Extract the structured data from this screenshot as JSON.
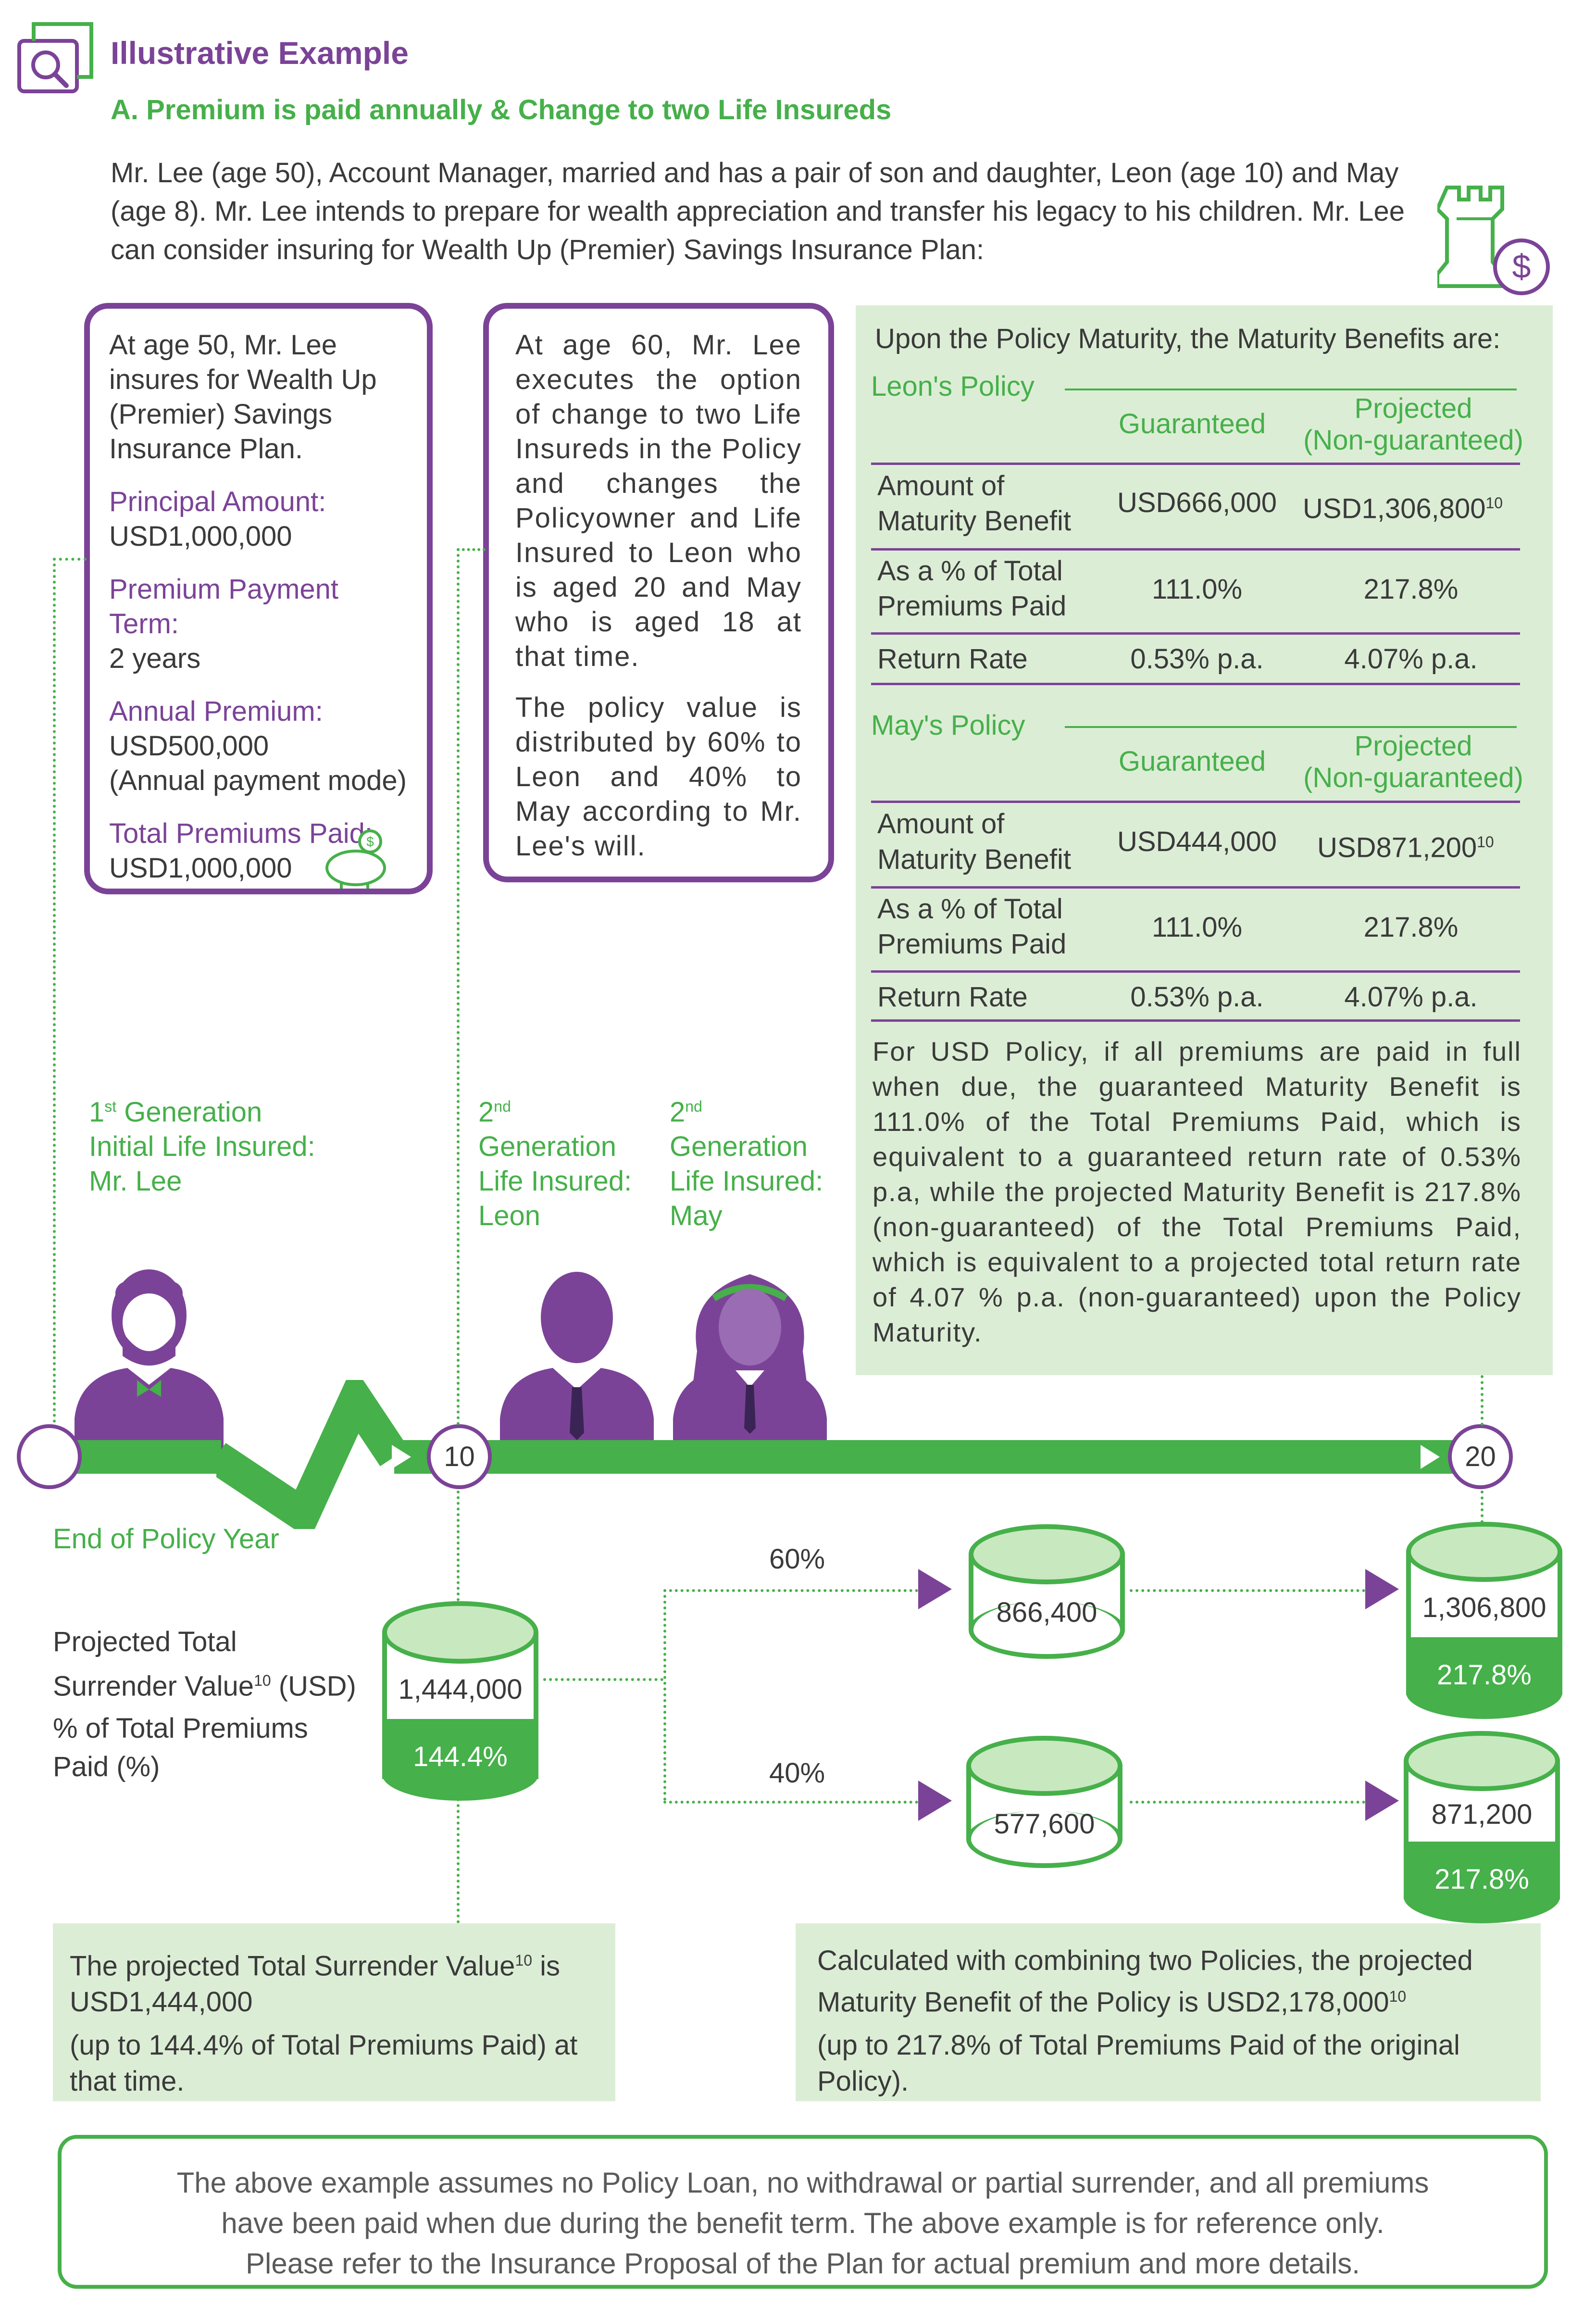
{
  "header": {
    "title": "Illustrative Example",
    "subtitle": "A. Premium is paid annually & Change to two Life Insureds",
    "intro": "Mr. Lee (age 50), Account Manager, married and has a pair of son and daughter, Leon (age 10) and May (age 8). Mr. Lee intends to prepare for wealth appreciation and transfer his legacy to his children. Mr. Lee can consider insuring for Wealth Up (Premier) Savings Insurance Plan:"
  },
  "box1": {
    "intro": "At age 50, Mr. Lee insures for Wealth Up (Premier) Savings Insurance Plan.",
    "principal_label": "Principal Amount:",
    "principal_value": "USD1,000,000",
    "term_label": "Premium Payment Term:",
    "term_value": "2 years",
    "annual_label": "Annual Premium:",
    "annual_value": "USD500,000",
    "annual_mode": "(Annual payment mode)",
    "total_label": "Total Premiums Paid:",
    "total_value": "USD1,000,000"
  },
  "box2": {
    "p1": "At age 60, Mr. Lee executes the option of change to two Life Insureds in the Policy and changes the Policyowner and Life Insured to Leon who is aged 20 and May who is aged 18 at that time.",
    "p2": "The policy value is distributed by 60% to Leon and 40% to May according to Mr. Lee's will."
  },
  "maturity": {
    "heading": "Upon the Policy Maturity, the Maturity Benefits are:",
    "col_guaranteed": "Guaranteed",
    "col_projected_1": "Projected",
    "col_projected_2": "(Non-guaranteed)",
    "row1_a": "Amount of",
    "row1_b": "Maturity Benefit",
    "row2_a": "As a % of Total",
    "row2_b": "Premiums Paid",
    "row3": "Return Rate",
    "sup": "10",
    "leon": {
      "label": "Leon's Policy",
      "amount_g": "USD666,000",
      "amount_p": "USD1,306,800",
      "pct_g": "111.0%",
      "pct_p": "217.8%",
      "rate_g": "0.53% p.a.",
      "rate_p": "4.07% p.a."
    },
    "may": {
      "label": "May's Policy",
      "amount_g": "USD444,000",
      "amount_p": "USD871,200",
      "pct_g": "111.0%",
      "pct_p": "217.8%",
      "rate_g": "0.53% p.a.",
      "rate_p": "4.07% p.a."
    },
    "note": "For USD Policy, if all premiums are paid in full when due, the guaranteed Maturity Benefit is 111.0% of the Total Premiums Paid, which is equivalent to a guaranteed return rate of 0.53% p.a, while the projected Maturity Benefit is 217.8% (non-guaranteed) of the Total Premiums Paid, which is equivalent to a projected total return rate of 4.07 % p.a. (non-guaranteed) upon the Policy Maturity."
  },
  "generations": {
    "first_sup": "st",
    "first_1": "1",
    "first_2": " Generation",
    "first_3": "Initial Life Insured:",
    "first_4": "Mr. Lee",
    "second_sup": "nd",
    "second_num": "2",
    "second_a": "Generation",
    "second_b": "Life Insured:",
    "leon": "Leon",
    "may": "May"
  },
  "timeline": {
    "year10": "10",
    "year20": "20",
    "label": "End of Policy Year"
  },
  "surrender": {
    "label_1": "Projected Total",
    "label_2": "Surrender Value",
    "label_sup": "10",
    "label_3": " (USD)",
    "pct_label_1": "% of Total Premiums",
    "pct_label_2": "Paid (%)",
    "value": "1,444,000",
    "pct": "144.4%"
  },
  "split": {
    "leon_pct": "60%",
    "may_pct": "40%",
    "leon_mid": "866,400",
    "may_mid": "577,600",
    "leon_final": "1,306,800",
    "leon_final_pct": "217.8%",
    "may_final": "871,200",
    "may_final_pct": "217.8%"
  },
  "bottom_left": {
    "line1": "The projected Total Surrender Value",
    "line1_sup": "10",
    "line1_end": " is",
    "line2": "USD1,444,000",
    "line3": "(up to 144.4% of Total Premiums Paid) at that time."
  },
  "bottom_right": {
    "line1": "Calculated with combining two Policies, the projected Maturity Benefit of the Policy is USD2,178,000",
    "line1_sup": "10",
    "line2": "(up to 217.8% of Total Premiums Paid of the original Policy)."
  },
  "disclaimer": {
    "line1": "The above example assumes no Policy Loan, no withdrawal or partial surrender, and all premiums",
    "line2": "have been paid when due during the benefit term. The above example is for reference only.",
    "line3": "Please refer to the Insurance Proposal of the Plan for actual premium and more details."
  },
  "colors": {
    "purple": "#7b4397",
    "green": "#46b04a",
    "light_green": "#dcedd6"
  },
  "icons": [
    "magnifier-document-icon",
    "chess-rook-icon",
    "dollar-coin-icon",
    "piggy-bank-icon",
    "man-beard-icon",
    "young-man-icon",
    "young-woman-icon"
  ]
}
